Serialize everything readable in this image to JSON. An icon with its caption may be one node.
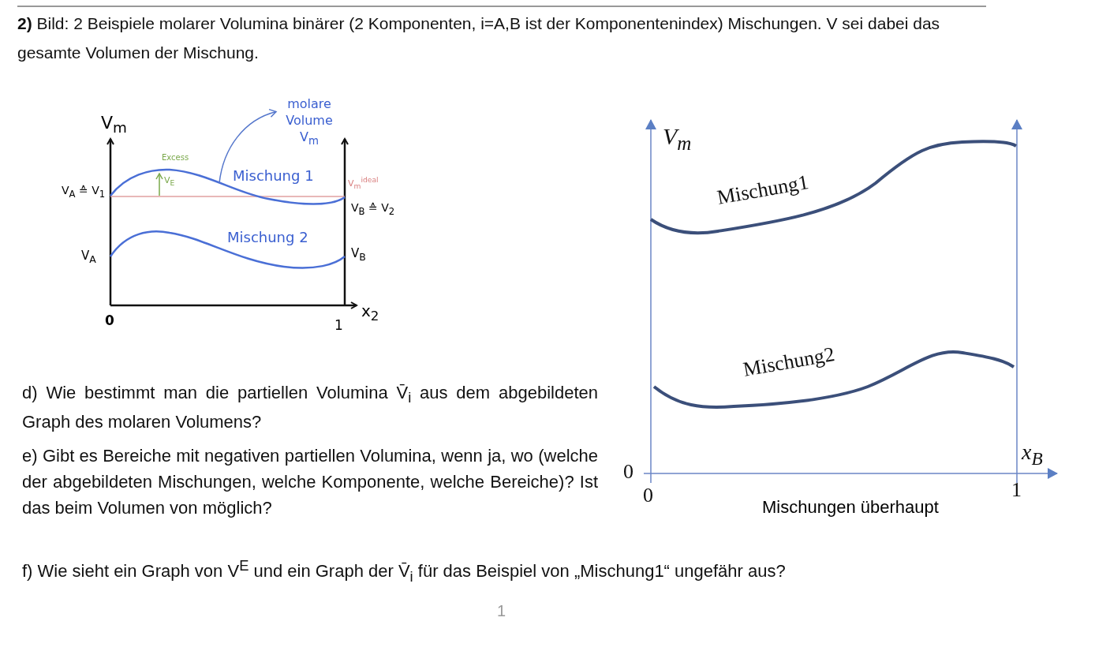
{
  "diagram": {
    "title": "**2)** Bild: 2 Beispiele molarer Volumina binärer (2 Komponenten, i=A,B ist der Komponentenindex) Mischungen. V sei dabei das gesamte Volumen der Mischung.",
    "nodes": [
      {
        "text": [
          "molare Volume V$_{m}$"
        ]
      },
      {
        "text": [],
        "shape": "curve"
      }
    ],
    "edges": [
      {
        "from": 1,
        "to": 0,
        "arrow": "to"
      }
    ],
    "labels": [
      "V$_{m}$",
      "Excess",
      "V$_{E}$",
      "Mischung 1",
      "V$_{m}$$^{ideal}$",
      "V$_{A}$ ≙ V$_{1}$",
      "V$_{B}$ ≙ V$_{2}$",
      "Mischung 2",
      "V$_{A}$",
      "V$_{B}$",
      "0",
      "1",
      "x$_{2}$",
      "V$_{m}$",
      "Mischung1",
      "Mischung2",
      "x$_{B}$",
      "0",
      "0",
      "1",
      "Mischungen überhaupt",
      "d) Wie bestimmt man die partiellen Volumina V̄$_{i}$ aus dem abgebildeten Graph des molaren Volumens?",
      "e) Gibt es Bereiche mit negativen partiellen Volumina, wenn ja, wo (welche der abgebildeten Mischungen, welche Komponente, welche Bereiche)? Ist das beim Volumen von möglich?",
      "f) Wie sieht ein Graph von V$^{E}$ und ein Graph der V̄$_{i}$ für das Beispiel von „Mischung1“ ungefähr aus?",
      "1"
    ]
  }
}
